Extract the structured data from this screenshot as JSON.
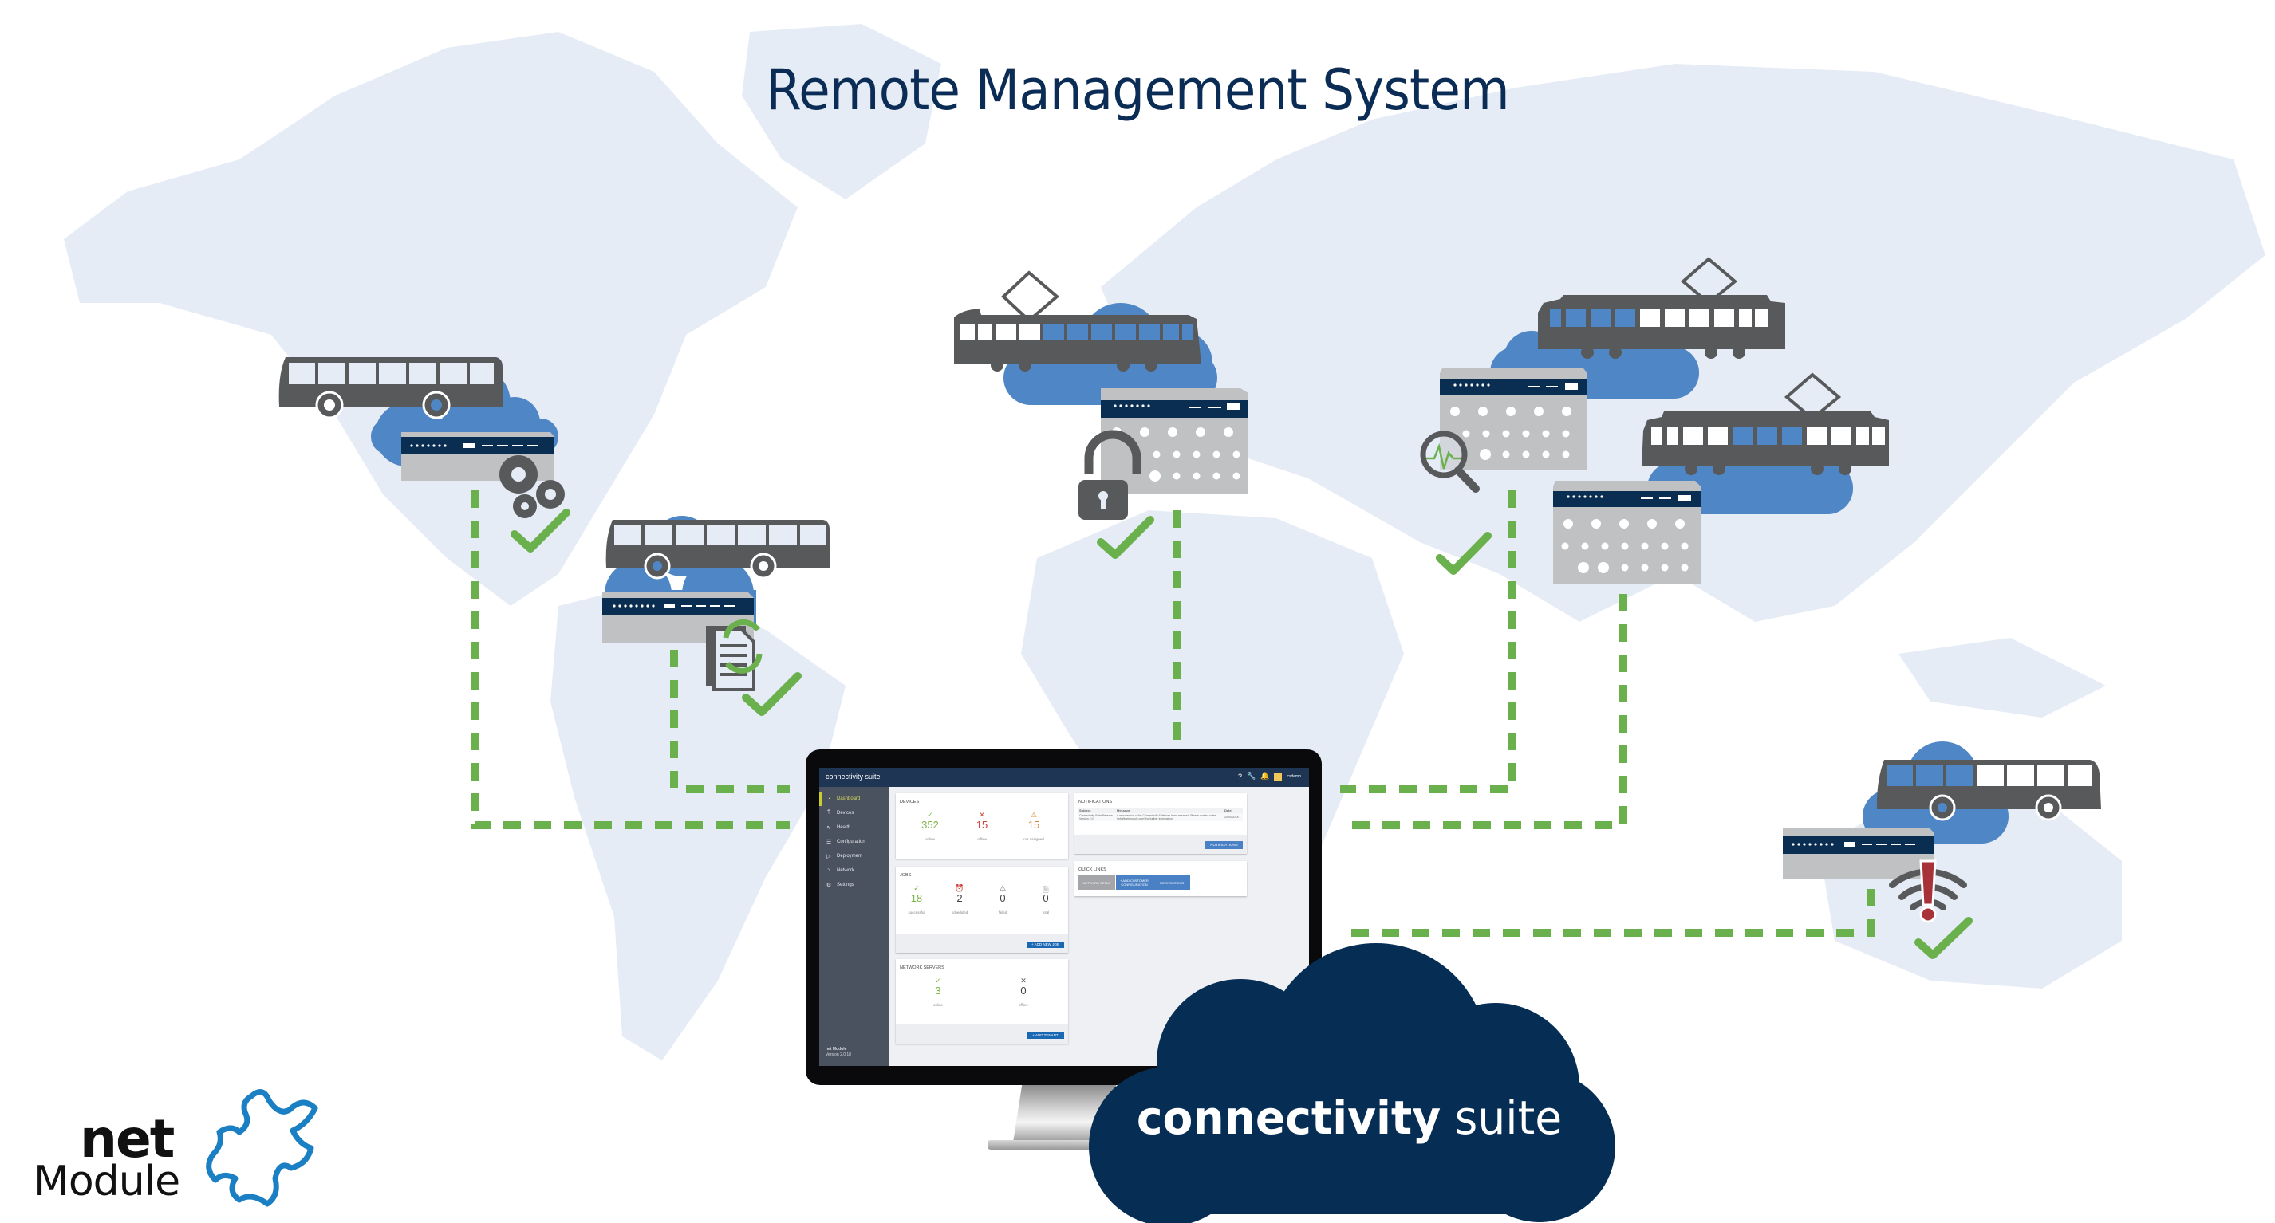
{
  "title": "Remote Management System",
  "colors": {
    "title": "#0b2d55",
    "map_land": "#e6ecf6",
    "vehicle": "#58595b",
    "vehicle_cloud": "#4f86c6",
    "router_bar": "#0a2d52",
    "router_body": "#c0c1c3",
    "connection_line": "#6ab04c",
    "check": "#6ab04c",
    "alert": "#a8323a",
    "main_cloud": "#062d53",
    "logo_puzzle": "#1b7fc4"
  },
  "nodes": [
    {
      "vehicle": "bus",
      "status_icon": "gears-icon",
      "status": "ok"
    },
    {
      "vehicle": "bus",
      "status_icon": "document-sync-icon",
      "status": "ok"
    },
    {
      "vehicle": "tram",
      "status_icon": "lock-icon",
      "status": "ok"
    },
    {
      "vehicle": "tram",
      "status_icon": "health-search-icon",
      "status": "ok"
    },
    {
      "vehicle": "tram",
      "status_icon": "none",
      "status": "ok"
    },
    {
      "vehicle": "bus",
      "status_icon": "wifi-alert-icon",
      "status": "ok"
    }
  ],
  "dashboard": {
    "brand": "connectivity suite",
    "user": "csdemo",
    "sidebar": [
      {
        "label": "Dashboard",
        "icon": "dashboard-icon",
        "active": true
      },
      {
        "label": "Devices",
        "icon": "antenna-icon"
      },
      {
        "label": "Health",
        "icon": "pulse-icon"
      },
      {
        "label": "Configuration",
        "icon": "database-icon"
      },
      {
        "label": "Deployment",
        "icon": "deploy-icon"
      },
      {
        "label": "Network",
        "icon": "wifi-icon"
      },
      {
        "label": "Settings",
        "icon": "gear-icon"
      }
    ],
    "footer_logo": "net Module",
    "version": "Version 2.0.18",
    "devices": {
      "title": "DEVICES",
      "stats": [
        {
          "icon": "✓",
          "value": "352",
          "label": "online",
          "color": "#7ab648"
        },
        {
          "icon": "✕",
          "value": "15",
          "label": "offline",
          "color": "#c9473f"
        },
        {
          "icon": "⚠",
          "value": "15",
          "label": "not assigned",
          "color": "#d08a3c"
        }
      ]
    },
    "jobs": {
      "title": "JOBS",
      "stats": [
        {
          "icon": "✓",
          "value": "18",
          "label": "successful",
          "color": "#7ab648"
        },
        {
          "icon": "⏰",
          "value": "2",
          "label": "scheduled",
          "color": "#444444"
        },
        {
          "icon": "⚠",
          "value": "0",
          "label": "failed",
          "color": "#444444"
        },
        {
          "icon": "🗎",
          "value": "0",
          "label": "total",
          "color": "#444444"
        }
      ],
      "button": "+ ADD NEW JOB"
    },
    "network_servers": {
      "title": "NETWORK SERVERS",
      "stats": [
        {
          "icon": "✓",
          "value": "3",
          "label": "online",
          "color": "#7ab648"
        },
        {
          "icon": "✕",
          "value": "0",
          "label": "offline",
          "color": "#444444"
        }
      ],
      "button": "+ ADD TENANT"
    },
    "notifications": {
      "title": "NOTIFICATIONS",
      "columns": [
        "Subject",
        "Message",
        "Date"
      ],
      "rows": [
        {
          "subject": "Connectivity Suite Release Version 2.0",
          "message": "A new version of the Connectivity Suite has been released. Please contact sales (info@netmodule.com) for further information.",
          "date": "20.04.2018"
        }
      ],
      "button": "NOTIFICATIONS"
    },
    "quick_links": {
      "title": "QUICK LINKS",
      "buttons": [
        "NETWORK SETUP",
        "+ ADD CUSTOMER CONFIGURATION",
        "NOTIFICATIONS"
      ]
    }
  },
  "cloud": {
    "bold": "connectivity",
    "regular": "suite"
  },
  "logo": {
    "line1": "net",
    "line2": "Module"
  }
}
